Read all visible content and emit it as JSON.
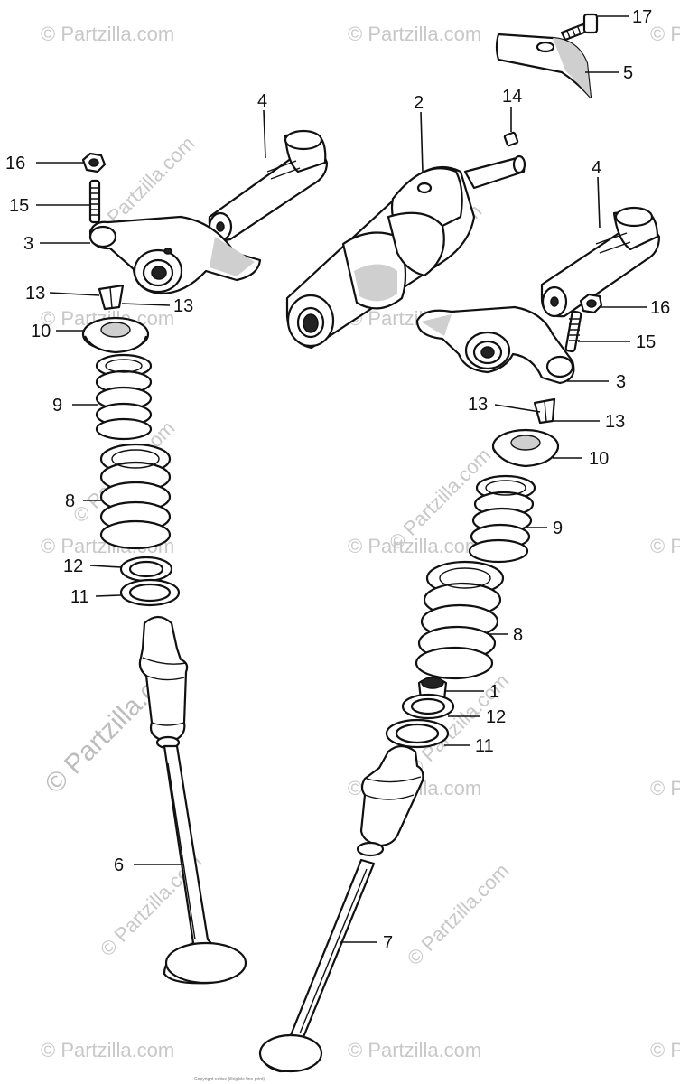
{
  "watermark": {
    "small": "© Partzilla.com",
    "large": "© Partzilla.com"
  },
  "callouts": {
    "c17": "17",
    "c5": "5",
    "c14": "14",
    "c2": "2",
    "c4l": "4",
    "c4r": "4",
    "c16l": "16",
    "c15l": "15",
    "c3l": "3",
    "c13l_a": "13",
    "c13l_b": "13",
    "c10l": "10",
    "c9l": "9",
    "c8l": "8",
    "c12l": "12",
    "c11l": "11",
    "c6": "6",
    "c16r": "16",
    "c15r": "15",
    "c3r": "3",
    "c13r_a": "13",
    "c13r_b": "13",
    "c10r": "10",
    "c9r": "9",
    "c8r": "8",
    "c1": "1",
    "c12r": "12",
    "c11r": "11",
    "c7": "7"
  },
  "footnote": "Copyright notice (illegible fine print)"
}
